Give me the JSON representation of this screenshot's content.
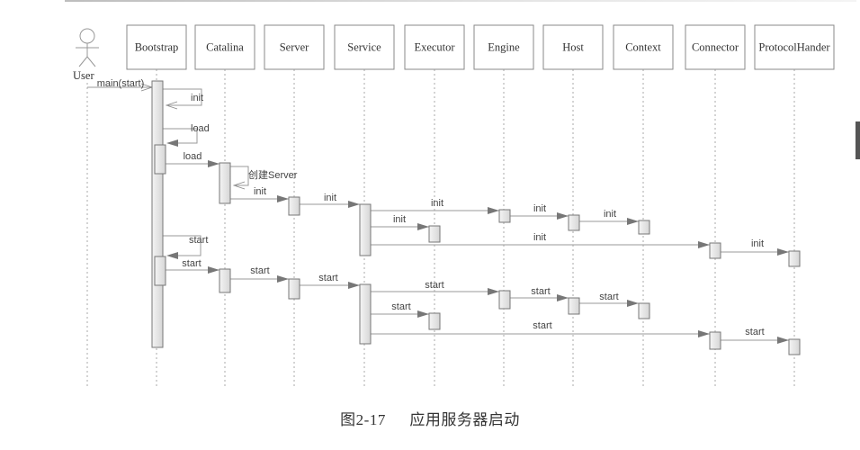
{
  "caption": {
    "figure_number": "图2-17",
    "title": "应用服务器启动"
  },
  "actor": {
    "label": "User"
  },
  "lifelines": [
    {
      "id": "bootstrap",
      "label": "Bootstrap"
    },
    {
      "id": "catalina",
      "label": "Catalina"
    },
    {
      "id": "server",
      "label": "Server"
    },
    {
      "id": "service",
      "label": "Service"
    },
    {
      "id": "executor",
      "label": "Executor"
    },
    {
      "id": "engine",
      "label": "Engine"
    },
    {
      "id": "host",
      "label": "Host"
    },
    {
      "id": "context",
      "label": "Context"
    },
    {
      "id": "connector",
      "label": "Connector"
    },
    {
      "id": "protocolhandler",
      "label": "ProtocolHander"
    }
  ],
  "messages": [
    {
      "from": "user",
      "to": "bootstrap",
      "label": "main(start)",
      "kind": "open"
    },
    {
      "from": "bootstrap",
      "to": "bootstrap",
      "label": "init",
      "kind": "self-open"
    },
    {
      "from": "bootstrap",
      "to": "bootstrap",
      "label": "load",
      "kind": "self"
    },
    {
      "from": "bootstrap",
      "to": "catalina",
      "label": "load"
    },
    {
      "from": "catalina",
      "to": "catalina",
      "label": "创建Server",
      "kind": "self-open"
    },
    {
      "from": "catalina",
      "to": "server",
      "label": "init"
    },
    {
      "from": "server",
      "to": "service",
      "label": "init"
    },
    {
      "from": "service",
      "to": "engine",
      "label": "init"
    },
    {
      "from": "engine",
      "to": "host",
      "label": "init"
    },
    {
      "from": "host",
      "to": "context",
      "label": "init"
    },
    {
      "from": "service",
      "to": "executor",
      "label": "init"
    },
    {
      "from": "service",
      "to": "connector",
      "label": "init"
    },
    {
      "from": "connector",
      "to": "protocolhandler",
      "label": "init"
    },
    {
      "from": "bootstrap",
      "to": "bootstrap",
      "label": "start",
      "kind": "self"
    },
    {
      "from": "bootstrap",
      "to": "catalina",
      "label": "start"
    },
    {
      "from": "catalina",
      "to": "server",
      "label": "start"
    },
    {
      "from": "server",
      "to": "service",
      "label": "start"
    },
    {
      "from": "service",
      "to": "engine",
      "label": "start"
    },
    {
      "from": "engine",
      "to": "host",
      "label": "start"
    },
    {
      "from": "host",
      "to": "context",
      "label": "start"
    },
    {
      "from": "service",
      "to": "executor",
      "label": "start"
    },
    {
      "from": "service",
      "to": "connector",
      "label": "start"
    },
    {
      "from": "connector",
      "to": "protocolhandler",
      "label": "start"
    }
  ]
}
